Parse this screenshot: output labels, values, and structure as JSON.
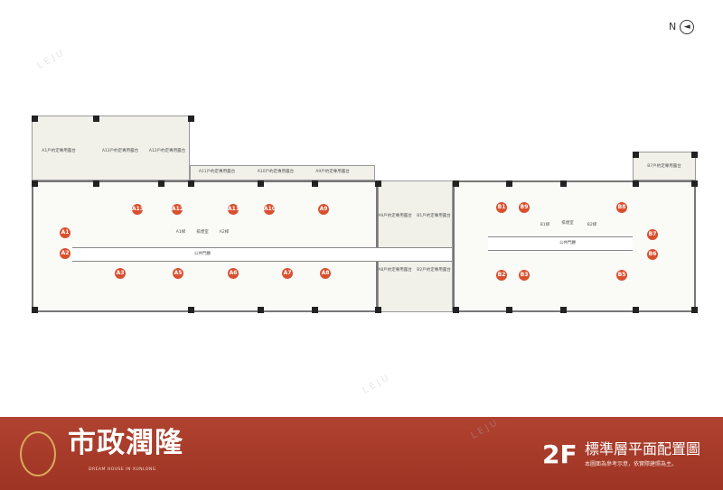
{
  "compass": {
    "label": "N"
  },
  "watermark": "LEJU",
  "units": [
    "A1",
    "A2",
    "A3",
    "A5",
    "A6",
    "A7",
    "A8",
    "A9",
    "A10",
    "A11",
    "A12",
    "A13",
    "B1",
    "B2",
    "B3",
    "B5",
    "B6",
    "B7",
    "B8",
    "B9"
  ],
  "balconies": [
    "A1戶約定專用露台",
    "A13戶約定專用露台",
    "A12戶約定專用露台",
    "A11戶約定專用露台",
    "A10戶約定專用露台",
    "A9戶約定專用露台",
    "A9戶約定專用露台",
    "B1戶約定專用露台",
    "A8戶約定專用露台",
    "B2戶約定專用露台",
    "B7戶約定專用露台"
  ],
  "rooms": [
    "公共門廳",
    "排煙室",
    "A1梯",
    "A2梯",
    "公共門廳",
    "排煙室",
    "B1梯",
    "B2梯"
  ],
  "footer": {
    "brand": "市政潤隆",
    "tagline": "DREAM HOUSE IN XUNLONG",
    "floor": "2F",
    "title": "標準層平面配置圖",
    "note": "本圖面為參考示意，依實際建照為主。"
  },
  "colors": {
    "banner": "#a63a2a",
    "unit_marker": "#d9502f"
  }
}
